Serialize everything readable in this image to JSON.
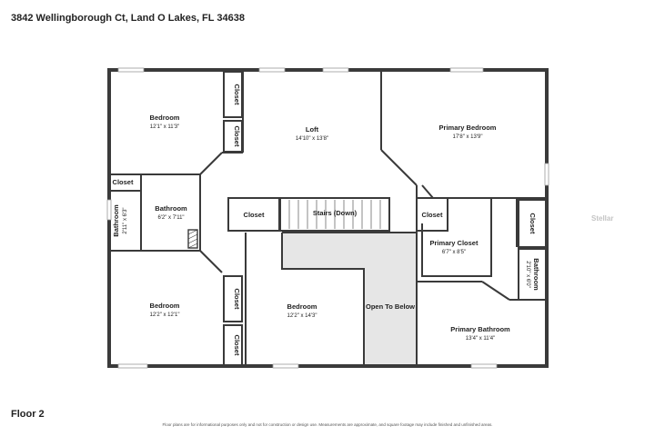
{
  "address": "3842 Wellingborough Ct, Land O Lakes, FL 34638",
  "floor_label": "Floor 2",
  "disclaimer": "Floor plans are for informational purposes only and not for construction or design use. Measurements are approximate, and square footage may include finished and unfinished areas.",
  "watermark": "Stellar",
  "rooms": {
    "bedroom_nw": {
      "name": "Bedroom",
      "dims": "12'1\" x 11'3\""
    },
    "closet_nw_1": {
      "name": "Closet"
    },
    "closet_nw_2": {
      "name": "Closet"
    },
    "loft": {
      "name": "Loft",
      "dims": "14'10\" x 13'8\""
    },
    "primary_bedroom": {
      "name": "Primary Bedroom",
      "dims": "17'8\" x 13'9\""
    },
    "closet_w": {
      "name": "Closet"
    },
    "bathroom_w": {
      "name": "Bathroom",
      "dims": "2'11\" x 6'3\""
    },
    "bathroom_mid": {
      "name": "Bathroom",
      "dims": "6'2\" x 7'11\""
    },
    "closet_mid": {
      "name": "Closet"
    },
    "stairs": {
      "name": "Stairs (Down)"
    },
    "closet_stair": {
      "name": "Closet"
    },
    "primary_closet": {
      "name": "Primary Closet",
      "dims": "6'7\" x 8'5\""
    },
    "closet_e": {
      "name": "Closet"
    },
    "bathroom_e": {
      "name": "Bathroom",
      "dims": "2'10\" x 6'0\""
    },
    "bedroom_sw": {
      "name": "Bedroom",
      "dims": "12'2\" x 12'1\""
    },
    "closet_sw_1": {
      "name": "Closet"
    },
    "closet_sw_2": {
      "name": "Closet"
    },
    "bedroom_s": {
      "name": "Bedroom",
      "dims": "12'2\" x 14'3\""
    },
    "open_below": {
      "name": "Open To Below"
    },
    "primary_bathroom": {
      "name": "Primary Bathroom",
      "dims": "13'4\" x 11'4\""
    }
  }
}
